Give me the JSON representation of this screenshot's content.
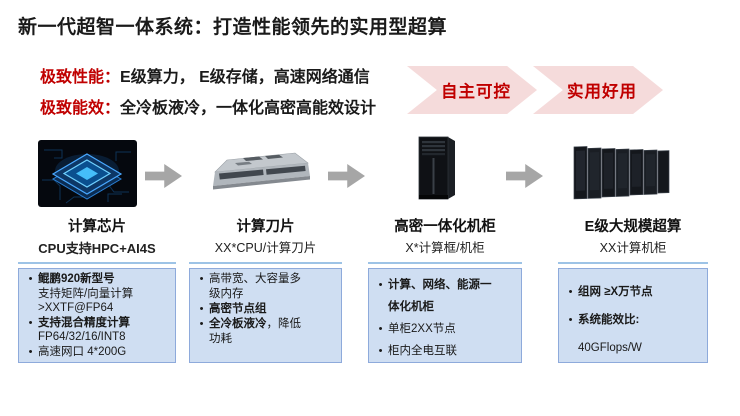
{
  "slide": {
    "title": "新一代超智一体系统：打造性能领先的实用型超算"
  },
  "features": [
    {
      "label": "极致性能：",
      "text": "E级算力， E级存储，高速网络通信"
    },
    {
      "label": "极致能效：",
      "text": "全冷板液冷，一体化高密高能效设计"
    }
  ],
  "banners": [
    {
      "label": "自主可控"
    },
    {
      "label": "实用好用"
    }
  ],
  "icons": {
    "pipeline_arrow": "right-block-arrow"
  },
  "columns": [
    {
      "title": "计算芯片",
      "subtitle": "CPU支持HPC+AI4S",
      "image": "cpu-chip-image",
      "bullets": [
        {
          "lines": [
            [
              {
                "t": "鲲鹏920新型号",
                "b": true
              }
            ],
            [
              {
                "t": "支持矩阵/向量计算",
                "b": false
              }
            ],
            [
              {
                "t": ">XXTF@FP64",
                "b": false
              }
            ]
          ]
        },
        {
          "lines": [
            [
              {
                "t": "支持混合精度计算",
                "b": true
              }
            ],
            [
              {
                "t": "FP64/32/16/INT8",
                "b": false
              }
            ]
          ]
        },
        {
          "lines": [
            [
              {
                "t": "高速网口 4*200G",
                "b": false
              }
            ]
          ]
        }
      ]
    },
    {
      "title": "计算刀片",
      "subtitle": "XX*CPU/计算刀片",
      "image": "blade-server-image",
      "bullets": [
        {
          "lines": [
            [
              {
                "t": "高带宽、大容量多",
                "b": false
              }
            ],
            [
              {
                "t": "级内存",
                "b": false
              }
            ]
          ]
        },
        {
          "lines": [
            [
              {
                "t": "高密节点组",
                "b": true
              }
            ]
          ]
        },
        {
          "lines": [
            [
              {
                "t": "全冷板液冷",
                "b": true
              },
              {
                "t": "，降低",
                "b": false
              }
            ],
            [
              {
                "t": "功耗",
                "b": false
              }
            ]
          ]
        }
      ]
    },
    {
      "title": "高密一体化机柜",
      "subtitle": "X*计算框/机柜",
      "image": "server-rack-image",
      "bullets": [
        {
          "lines": [
            [
              {
                "t": "计算、网络、能源一",
                "b": true
              }
            ],
            [
              {
                "t": "体化机柜",
                "b": true
              }
            ]
          ]
        },
        {
          "lines": [
            [
              {
                "t": "单柜2XX节点",
                "b": false
              }
            ]
          ]
        },
        {
          "lines": [
            [
              {
                "t": "柜内全电互联",
                "b": false
              }
            ]
          ]
        }
      ]
    },
    {
      "title": "E级大规模超算",
      "subtitle": "XX计算机柜",
      "image": "rack-row-image",
      "bullets": [
        {
          "lines": [
            [
              {
                "t": "组网 ≥X万节点",
                "b": true
              }
            ]
          ]
        },
        {
          "lines": [
            [
              {
                "t": "系统能效比:",
                "b": true
              }
            ],
            [
              {
                "t": "40GFlops/W",
                "b": false
              }
            ]
          ]
        }
      ]
    }
  ],
  "colors": {
    "accent_red": "#c00000",
    "banner_pink": "#f5dbdb",
    "arrow_gray": "#a6a6a6",
    "box_fill": "#cfdef2",
    "box_border": "#8eaadb",
    "caption_underline": "#9dc3e6"
  }
}
